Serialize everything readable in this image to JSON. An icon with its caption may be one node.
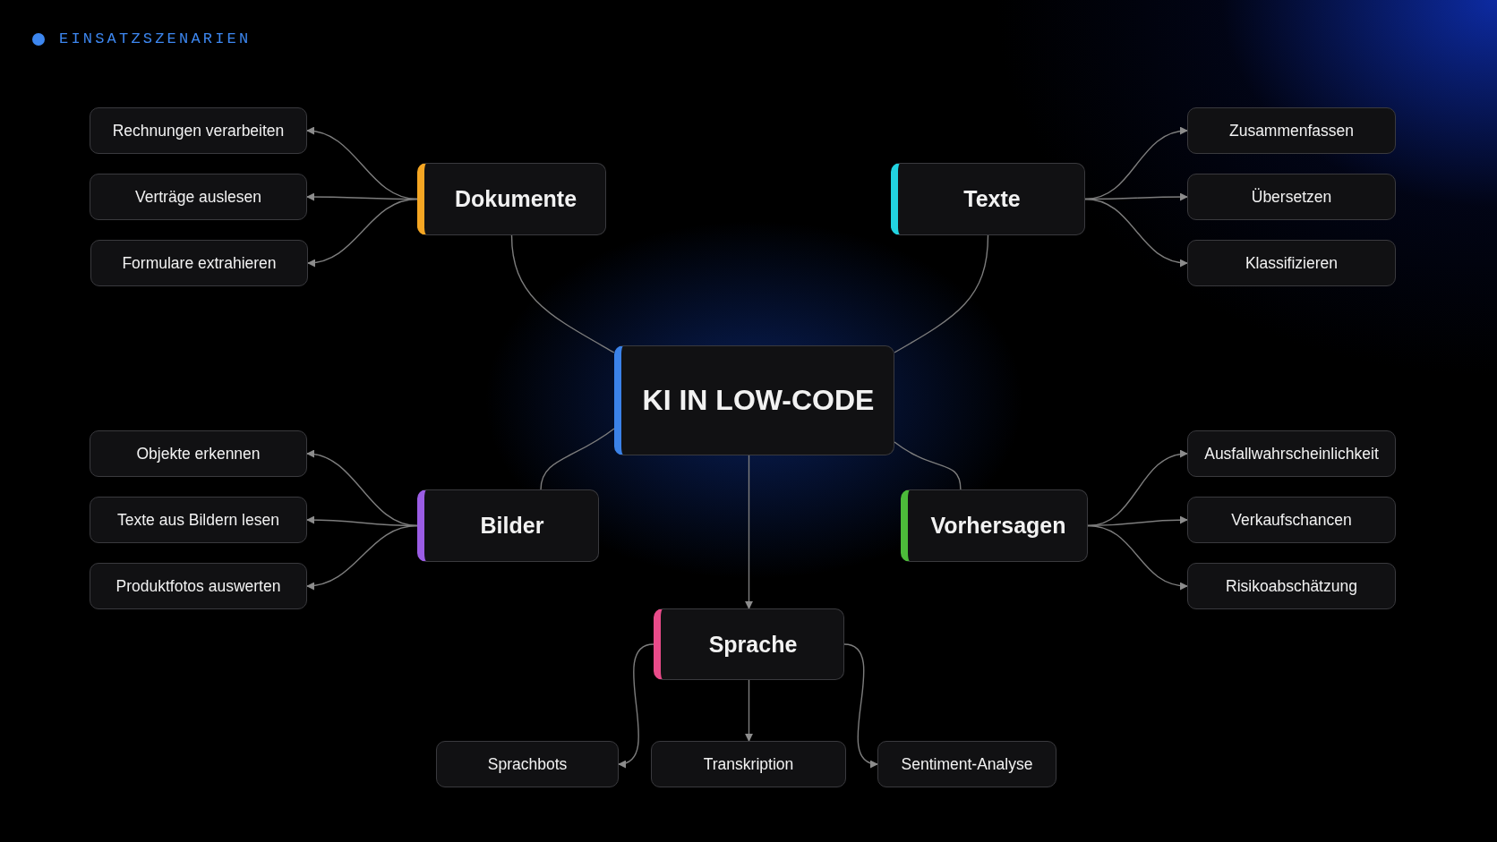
{
  "diagram": {
    "title": "EINSATZSZENARIEN",
    "nodes": [
      {
        "text": [
          "KI IN LOW-CODE"
        ]
      },
      {
        "text": [
          "Dokumente"
        ]
      },
      {
        "text": [
          "Rechnungen verarbeiten"
        ]
      },
      {
        "text": [
          "Verträge auslesen"
        ]
      },
      {
        "text": [
          "Formulare extrahieren"
        ]
      },
      {
        "text": [
          "Texte"
        ]
      },
      {
        "text": [
          "Zusammenfassen"
        ]
      },
      {
        "text": [
          "Übersetzen"
        ]
      },
      {
        "text": [
          "Klassifizieren"
        ]
      },
      {
        "text": [
          "Bilder"
        ]
      },
      {
        "text": [
          "Objekte erkennen"
        ]
      },
      {
        "text": [
          "Texte aus Bildern lesen"
        ]
      },
      {
        "text": [
          "Produktfotos auswerten"
        ]
      },
      {
        "text": [
          "Vorhersagen"
        ]
      },
      {
        "text": [
          "Ausfallwahrscheinlichkeit"
        ]
      },
      {
        "text": [
          "Verkaufschancen"
        ]
      },
      {
        "text": [
          "Risikoabschätzung"
        ]
      },
      {
        "text": [
          "Sprache"
        ]
      },
      {
        "text": [
          "Sprachbots"
        ]
      },
      {
        "text": [
          "Transkription"
        ]
      },
      {
        "text": [
          "Sentiment-Analyse"
        ]
      }
    ],
    "edges": [
      {
        "from": 0,
        "to": 1,
        "arrow": "none"
      },
      {
        "from": 0,
        "to": 5,
        "arrow": "none"
      },
      {
        "from": 0,
        "to": 9,
        "arrow": "none"
      },
      {
        "from": 0,
        "to": 13,
        "arrow": "none"
      },
      {
        "from": 0,
        "to": 17,
        "arrow": "to"
      },
      {
        "from": 1,
        "to": 2,
        "arrow": "to"
      },
      {
        "from": 1,
        "to": 3,
        "arrow": "to"
      },
      {
        "from": 1,
        "to": 4,
        "arrow": "to"
      },
      {
        "from": 5,
        "to": 6,
        "arrow": "to"
      },
      {
        "from": 5,
        "to": 7,
        "arrow": "to"
      },
      {
        "from": 5,
        "to": 8,
        "arrow": "to"
      },
      {
        "from": 9,
        "to": 10,
        "arrow": "to"
      },
      {
        "from": 9,
        "to": 11,
        "arrow": "to"
      },
      {
        "from": 9,
        "to": 12,
        "arrow": "to"
      },
      {
        "from": 13,
        "to": 14,
        "arrow": "to"
      },
      {
        "from": 13,
        "to": 15,
        "arrow": "to"
      },
      {
        "from": 13,
        "to": 16,
        "arrow": "to"
      },
      {
        "from": 17,
        "to": 18,
        "arrow": "to"
      },
      {
        "from": 17,
        "to": 19,
        "arrow": "to"
      },
      {
        "from": 17,
        "to": 20,
        "arrow": "to"
      }
    ]
  }
}
